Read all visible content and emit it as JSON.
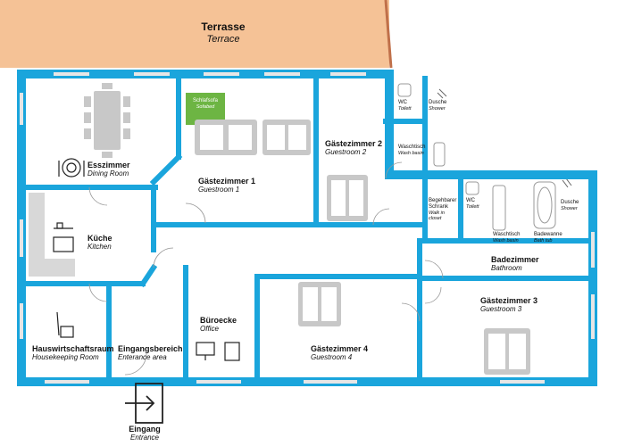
{
  "colors": {
    "wall": "#1aa5dc",
    "terrace": "#f5c296",
    "sofa": "#6db543",
    "furniture": "#c8c8c8",
    "kitchen_floor": "#d8d8d8"
  },
  "rooms": {
    "terrace": {
      "de": "Terrasse",
      "en": "Terrace"
    },
    "dining": {
      "de": "Esszimmer",
      "en": "Dining Room",
      "icon": "plate-cutlery-icon"
    },
    "sofabed": {
      "de": "Schlafsofa",
      "en": "Sofabed"
    },
    "guest1": {
      "de": "Gästezimmer 1",
      "en": "Guestroom 1"
    },
    "guest2": {
      "de": "Gästezimmer 2",
      "en": "Guestroom 2"
    },
    "wc1": {
      "de": "WC",
      "en": "Toilett"
    },
    "shower1": {
      "de": "Dusche",
      "en": "Shower"
    },
    "washbasin1": {
      "de": "Waschtisch",
      "en": "Wash basin"
    },
    "walkin": {
      "de": "Begehbarer Schrank",
      "en": "Walk in closet"
    },
    "wc2": {
      "de": "WC",
      "en": "Toilett"
    },
    "washbasin2": {
      "de": "Waschtisch",
      "en": "Wash basin"
    },
    "bathtub": {
      "de": "Badewanne",
      "en": "Bath tub"
    },
    "shower2": {
      "de": "Dusche",
      "en": "Shower"
    },
    "kitchen": {
      "de": "Küche",
      "en": "Kitchen",
      "icon": "kitchen-icon"
    },
    "bathroom": {
      "de": "Badezimmer",
      "en": "Bathroom"
    },
    "guest3": {
      "de": "Gästezimmer 3",
      "en": "Guestroom 3"
    },
    "housekeeping": {
      "de": "Hauswirtschaftsraum",
      "en": "Housekeeping Room",
      "icon": "mop-bucket-icon"
    },
    "entrance_area": {
      "de": "Eingangsbereich",
      "en": "Enterance area"
    },
    "office": {
      "de": "Büroecke",
      "en": "Office",
      "icon": "computer-printer-icon"
    },
    "guest4": {
      "de": "Gästezimmer 4",
      "en": "Guestroom 4"
    },
    "entrance": {
      "de": "Eingang",
      "en": "Entrance",
      "icon": "entrance-arrow-icon"
    }
  }
}
